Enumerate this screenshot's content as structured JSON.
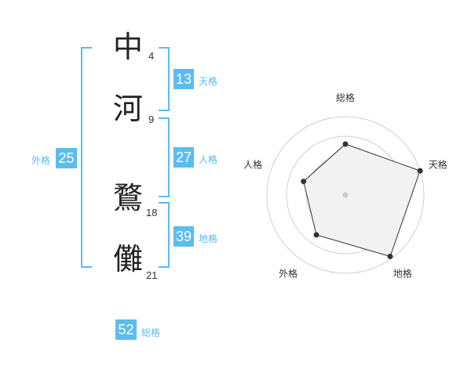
{
  "name_chars": [
    {
      "char": "中",
      "strokes": "4"
    },
    {
      "char": "河",
      "strokes": "9"
    },
    {
      "char": "鶩",
      "strokes": "18"
    },
    {
      "char": "儺",
      "strokes": "21"
    }
  ],
  "kaku": {
    "tenkaku": {
      "value": "13",
      "label": "天格"
    },
    "jinkaku": {
      "value": "27",
      "label": "人格"
    },
    "chikaku": {
      "value": "39",
      "label": "地格"
    },
    "gaikaku": {
      "value": "25",
      "label": "外格"
    },
    "soukaku": {
      "value": "52",
      "label": "総格"
    }
  },
  "colors": {
    "accent": "#5bbcf0",
    "text": "#333333"
  },
  "chart_data": {
    "type": "radar",
    "axes": [
      "総格",
      "天格",
      "地格",
      "外格",
      "人格"
    ],
    "values": [
      0.65,
      1.0,
      0.97,
      0.63,
      0.56
    ],
    "range": [
      0,
      1
    ],
    "rings": 4
  }
}
